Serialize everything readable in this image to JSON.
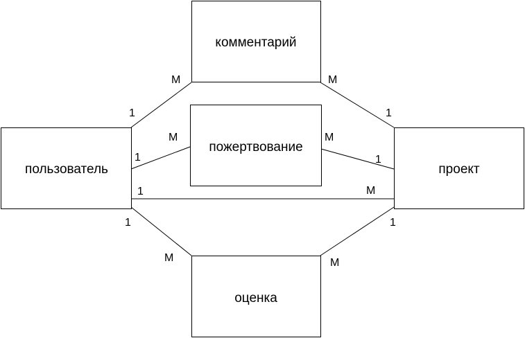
{
  "entities": {
    "comment": "комментарий",
    "donation": "пожертвование",
    "user": "пользователь",
    "project": "проект",
    "rating": "оценка"
  },
  "relationships": {
    "user_comment": {
      "from": "1",
      "to": "M"
    },
    "comment_project": {
      "from": "M",
      "to": "1"
    },
    "user_donation": {
      "from": "1",
      "to": "M"
    },
    "donation_project": {
      "from": "M",
      "to": "1"
    },
    "user_project": {
      "from": "1",
      "to": "M"
    },
    "user_rating": {
      "from": "1",
      "to": "M"
    },
    "rating_project": {
      "from": "M",
      "to": "1"
    }
  },
  "colors": {
    "stroke": "#000000",
    "background": "#ffffff"
  }
}
